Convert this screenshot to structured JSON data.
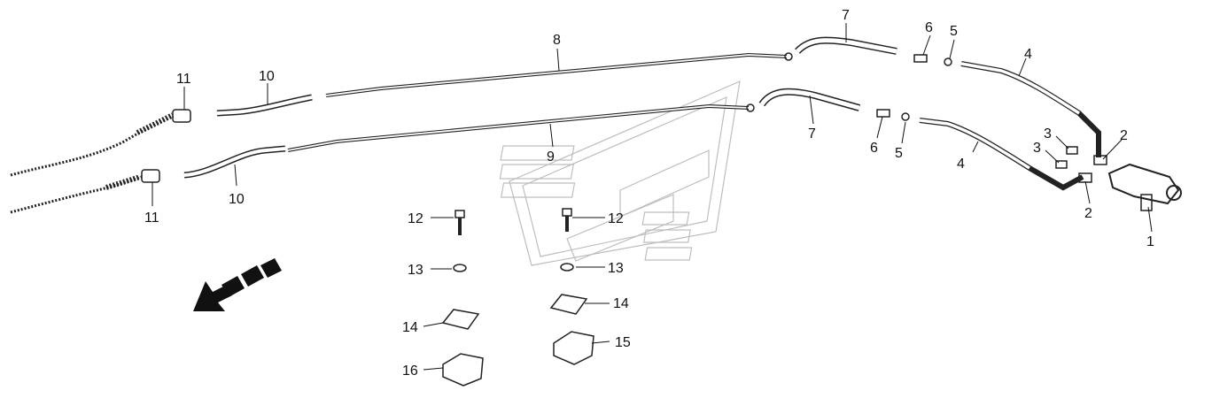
{
  "diagram": {
    "callouts": {
      "c1": "1",
      "c2a": "2",
      "c2b": "2",
      "c3a": "3",
      "c3b": "3",
      "c4a": "4",
      "c4b": "4",
      "c5a": "5",
      "c5b": "5",
      "c6a": "6",
      "c6b": "6",
      "c7a": "7",
      "c7b": "7",
      "c8": "8",
      "c9": "9",
      "c10a": "10",
      "c10b": "10",
      "c11a": "11",
      "c11b": "11",
      "c12a": "12",
      "c12b": "12",
      "c13a": "13",
      "c13b": "13",
      "c14a": "14",
      "c14b": "14",
      "c15": "15",
      "c16": "16"
    },
    "colors": {
      "line": "#222222",
      "watermark": "#bdbdbd",
      "arrow": "#111111"
    }
  }
}
